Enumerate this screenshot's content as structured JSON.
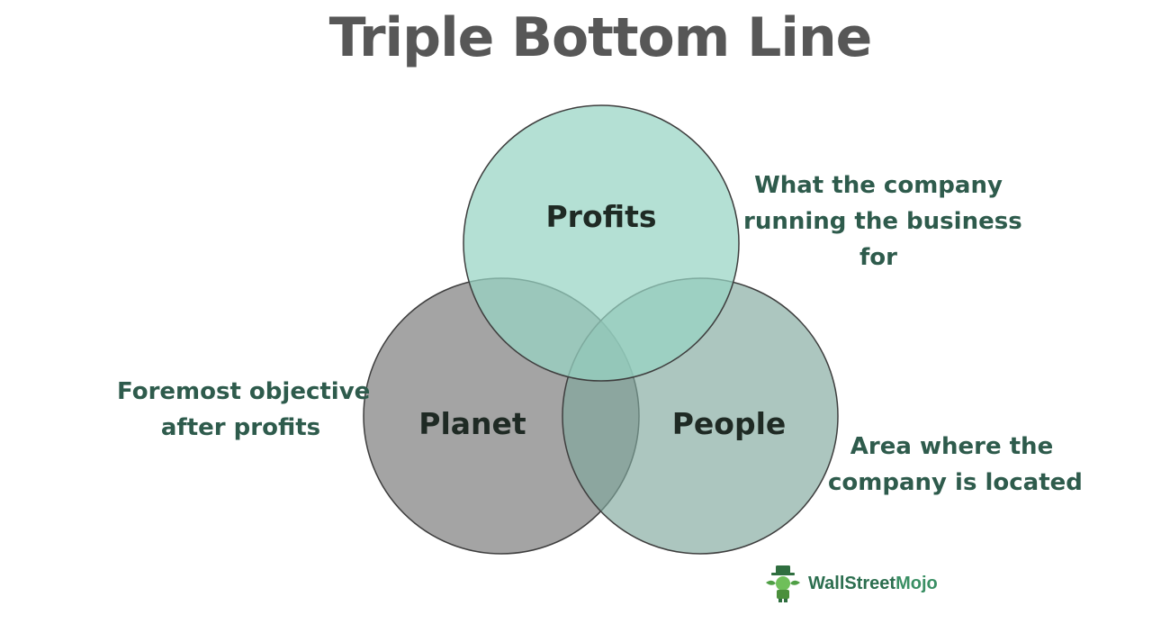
{
  "title": "Triple Bottom Line",
  "circles": {
    "profits": {
      "label": "Profits",
      "color": "#97d4c3"
    },
    "planet": {
      "label": "Planet",
      "color": "#848484"
    },
    "people": {
      "label": "People",
      "color": "#7fa89c"
    }
  },
  "notes": {
    "profits": [
      "What the company",
      "running the business",
      "for"
    ],
    "planet": [
      "Foremost objective",
      "after profits"
    ],
    "people": [
      "Area where the",
      "company is located"
    ]
  },
  "brand": {
    "icon": "wallstreetmojo-logo-icon",
    "part1": "WallStreet",
    "part2": "Mojo"
  },
  "colors": {
    "title": "#575757",
    "note_text": "#2e5b4c",
    "label_text": "#1f2a24",
    "outline": "#3e3e3e"
  }
}
